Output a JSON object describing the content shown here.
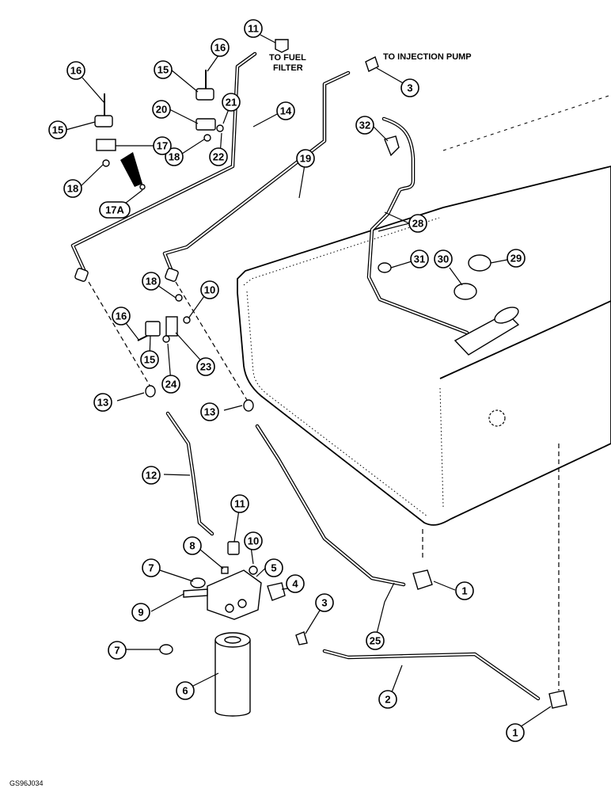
{
  "labels": {
    "to_fuel_filter_1": "TO FUEL",
    "to_fuel_filter_2": "FILTER",
    "to_injection_pump": "TO INJECTION PUMP",
    "figure_code": "GS96J034"
  },
  "callouts": {
    "c1a": "1",
    "c1b": "1",
    "c2": "2",
    "c3a": "3",
    "c3b": "3",
    "c4": "4",
    "c5": "5",
    "c6": "6",
    "c7a": "7",
    "c7b": "7",
    "c8": "8",
    "c9": "9",
    "c10a": "10",
    "c10b": "10",
    "c11a": "11",
    "c11b": "11",
    "c12": "12",
    "c13a": "13",
    "c13b": "13",
    "c14": "14",
    "c15a": "15",
    "c15b": "15",
    "c15c": "15",
    "c16a": "16",
    "c16b": "16",
    "c16c": "16",
    "c17": "17",
    "c17a": "17A",
    "c18a": "18",
    "c18b": "18",
    "c18c": "18",
    "c19": "19",
    "c20": "20",
    "c21": "21",
    "c22": "22",
    "c23": "23",
    "c24": "24",
    "c25": "25",
    "c28": "28",
    "c29": "29",
    "c30": "30",
    "c31": "31",
    "c32": "32"
  }
}
